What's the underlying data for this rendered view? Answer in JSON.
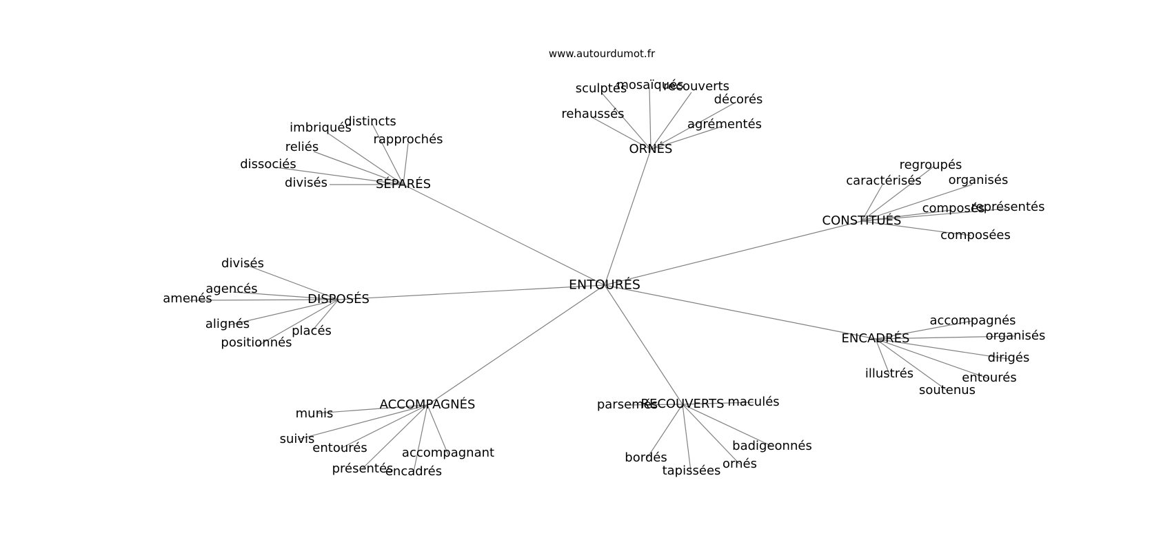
{
  "source": "www.autourdumot.fr",
  "center": "ENTOURÉS",
  "clusters": [
    {
      "label": "SÉPARÉS",
      "leaves": [
        "distincts",
        "imbriqués",
        "rapprochés",
        "reliés",
        "dissociés",
        "divisés"
      ]
    },
    {
      "label": "ORNÉS",
      "leaves": [
        "sculptés",
        "mosaïqués",
        "recouverts",
        "décorés",
        "rehaussés",
        "agrémentés"
      ]
    },
    {
      "label": "CONSTITUÉS",
      "leaves": [
        "regroupés",
        "caractérisés",
        "organisés",
        "composés",
        "représentés",
        "composées"
      ]
    },
    {
      "label": "DISPOSÉS",
      "leaves": [
        "divisés",
        "agencés",
        "amenés",
        "alignés",
        "placés",
        "positionnés"
      ]
    },
    {
      "label": "ENCADRÉS",
      "leaves": [
        "accompagnés",
        "organisés",
        "dirigés",
        "entourés",
        "illustrés",
        "soutenus"
      ]
    },
    {
      "label": "ACCOMPAGNÉS",
      "leaves": [
        "munis",
        "suivis",
        "entourés",
        "accompagnant",
        "présentés",
        "encadrés"
      ]
    },
    {
      "label": "RECOUVERTS",
      "leaves": [
        "parsemés",
        "maculés",
        "badigeonnés",
        "bordés",
        "tapissées",
        "ornés"
      ]
    }
  ]
}
